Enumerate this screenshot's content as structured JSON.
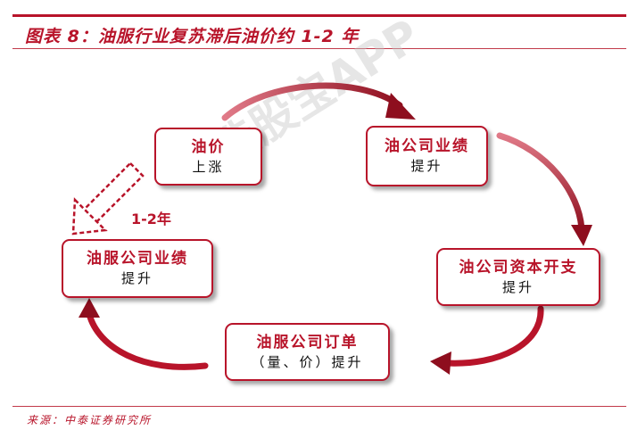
{
  "figure": {
    "title": "图表 8：油服行业复苏滞后油价约 1-2 年",
    "source": "来源：中泰证券研究所",
    "watermark": "选股宝APP"
  },
  "nodes": {
    "oil_price": {
      "line1": "油价",
      "line2": "上涨"
    },
    "oil_company_results": {
      "line1": "油公司业绩",
      "line2": "提升"
    },
    "oil_company_capex": {
      "line1": "油公司资本开支",
      "line2": "提升"
    },
    "oilfield_service_orders": {
      "line1": "油服公司订单",
      "line2": "（量、价）提升"
    },
    "oilfield_service_results": {
      "line1": "油服公司业绩",
      "line2": "提升"
    }
  },
  "lag": {
    "label": "1-2年"
  },
  "colors": {
    "accent": "#b8142a",
    "arrow_dark": "#8e0e1e"
  }
}
